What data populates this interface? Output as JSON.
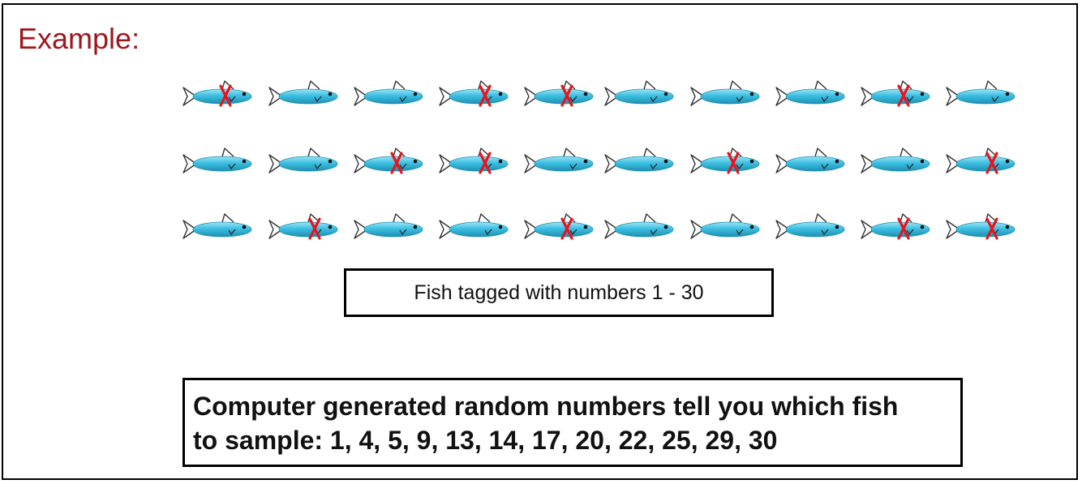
{
  "title": "Example:",
  "colors": {
    "title": "#a0161c",
    "fish_body": "#3bbfe2",
    "fish_body_light": "#9fe4f5",
    "fish_outline": "#1d8fb0",
    "tag_mark": "#e8141b"
  },
  "fish_grid": {
    "rows": 3,
    "columns": 10,
    "tagged_numbers": [
      1,
      4,
      5,
      9,
      13,
      14,
      17,
      20,
      22,
      25,
      29,
      30
    ]
  },
  "label_box": "Fish tagged with numbers 1 - 30",
  "sample_box": {
    "line1": "Computer generated random numbers tell you which fish",
    "line2": "to sample:  1, 4, 5, 9, 13, 14, 17, 20, 22, 25, 29, 30"
  }
}
